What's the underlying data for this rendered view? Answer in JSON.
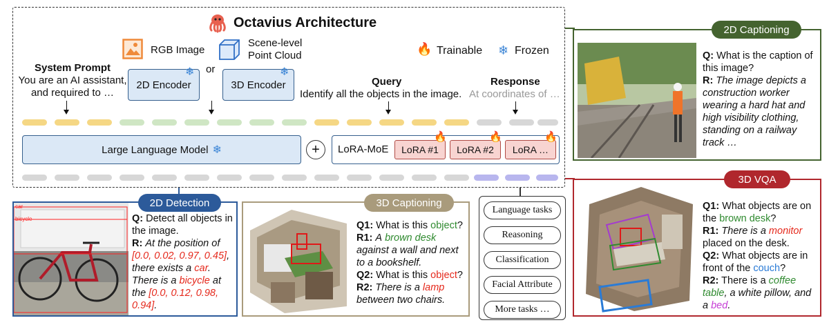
{
  "architecture": {
    "title": "Octavius Architecture",
    "rgb_label": "RGB Image",
    "or_label": "or",
    "pc_label_1": "Scene-level",
    "pc_label_2": "Point Cloud",
    "trainable": "Trainable",
    "frozen": "Frozen",
    "system_prompt_title": "System Prompt",
    "system_prompt_1": "You are an AI assistant,",
    "system_prompt_2": "and required to …",
    "encoder_2d": "2D Encoder",
    "encoder_3d": "3D Encoder",
    "query_title": "Query",
    "query_text": "Identify all the objects in the image.",
    "response_title": "Response",
    "response_text": "At coordinates of …",
    "llm": "Large Language Model",
    "plus": "+",
    "lora_moe": "LoRA-MoE",
    "lora_1": "LoRA #1",
    "lora_2": "LoRA #2",
    "lora_3": "LoRA …"
  },
  "detection_2d": {
    "pill": "2D Detection",
    "img_label_car": "car",
    "img_label_bicycle": "bicycle",
    "q_label": "Q:",
    "q": "Detect all objects in the image.",
    "r_label": "R:",
    "r_a": "At the position of",
    "r_b": "[0.0, 0.02, 0.97, 0.45]",
    "r_c": ", there exists a",
    "r_d": "car",
    "r_e": ". There is a",
    "r_f": "bicycle",
    "r_g": "at the",
    "r_h": "[0.0, 0.12, 0.98, 0.94]",
    "r_i": "."
  },
  "captioning_3d": {
    "pill": "3D Captioning",
    "q1_label": "Q1:",
    "q1_a": "What is this",
    "q1_b": "object",
    "q1_c": "?",
    "r1_label": "R1:",
    "r1_a": "A",
    "r1_b": "brown desk",
    "r1_c": "against a wall and next to a bookshelf.",
    "q2_label": "Q2:",
    "q2_a": "What is this",
    "q2_b": "object",
    "q2_c": "?",
    "r2_label": "R2:",
    "r2_a": "There is a",
    "r2_b": "lamp",
    "r2_c": "between two chairs."
  },
  "tasks": [
    "Language tasks",
    "Reasoning",
    "Classification",
    "Facial Attribute",
    "More tasks …"
  ],
  "captioning_2d": {
    "pill": "2D Captioning",
    "q_label": "Q:",
    "q": "What is the caption of this image?",
    "r_label": "R:",
    "r": "The image depicts a construction worker wearing a hard hat and high visibility clothing, standing on a railway track …"
  },
  "vqa_3d": {
    "pill": "3D VQA",
    "q1_label": "Q1:",
    "q1_a": "What objects are on the",
    "q1_b": "brown desk",
    "q1_c": "?",
    "r1_label": "R1:",
    "r1_a": "There is a",
    "r1_b": "monitor",
    "r1_c": "placed on the desk.",
    "q2_label": "Q2:",
    "q2_a": "What objects are in front of the",
    "q2_b": "couch",
    "q2_c": "?",
    "r2_label": "R2:",
    "r2_a": "There is a",
    "r2_b": "coffee table",
    "r2_c": ", a white pillow, and a",
    "r2_d": "bed",
    "r2_e": "."
  },
  "colors": {
    "blue_border": "#355f8d",
    "green_panel": "#44632f",
    "red_panel": "#b0272d",
    "tan_panel": "#a99b7c",
    "blue_pill": "#2c5a9a"
  }
}
